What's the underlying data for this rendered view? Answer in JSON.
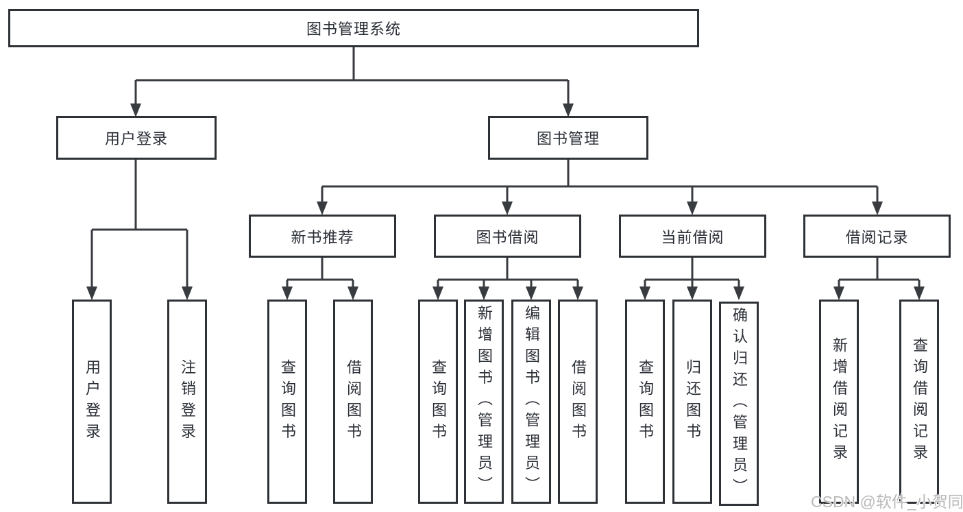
{
  "diagram": {
    "title": "图书管理系统",
    "colors": {
      "background": "#ffffff",
      "line": "#383b40",
      "box_border": "#2e3135",
      "text": "#2a2e36",
      "watermark": "#b9b9b9"
    }
  },
  "nodes": {
    "root": {
      "label": "图书管理系统"
    },
    "user_login_group": {
      "label": "用户登录"
    },
    "book_mgmt_group": {
      "label": "图书管理"
    },
    "new_book_rec": {
      "label": "新书推荐"
    },
    "book_borrow": {
      "label": "图书借阅"
    },
    "current_borrow": {
      "label": "当前借阅"
    },
    "borrow_record": {
      "label": "借阅记录"
    },
    "leaf_user_login": {
      "label": "用户登录"
    },
    "leaf_logout": {
      "label": "注销登录"
    },
    "leaf_query_book_1": {
      "label": "查询图书"
    },
    "leaf_borrow_book_1": {
      "label": "借阅图书"
    },
    "leaf_query_book_2": {
      "label": "查询图书"
    },
    "leaf_add_book": {
      "label": "新增图书（管理员）"
    },
    "leaf_edit_book": {
      "label": "编辑图书（管理员）"
    },
    "leaf_borrow_book_2": {
      "label": "借阅图书"
    },
    "leaf_query_book_3": {
      "label": "查询图书"
    },
    "leaf_return_book": {
      "label": "归还图书"
    },
    "leaf_confirm_return": {
      "label": "确认归还（管理员）"
    },
    "leaf_add_record": {
      "label": "新增借阅记录"
    },
    "leaf_query_record": {
      "label": "查询借阅记录"
    }
  },
  "watermark": {
    "text": "CSDN @软件_小贺同学"
  }
}
